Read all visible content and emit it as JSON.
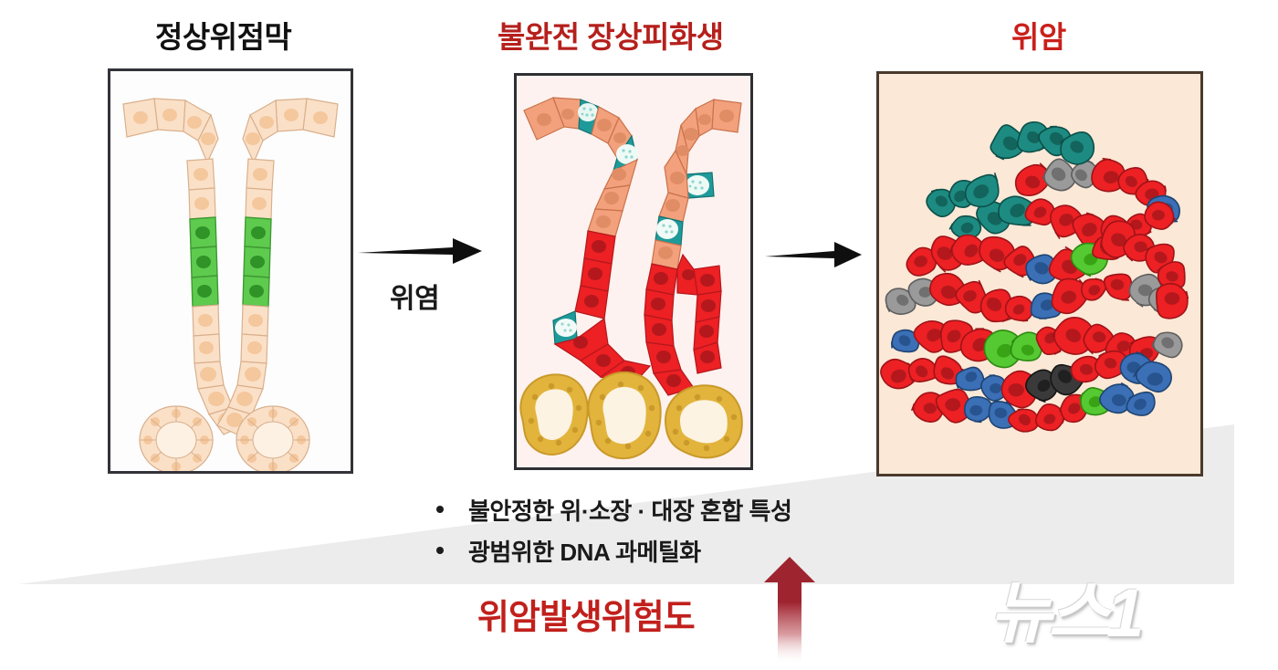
{
  "figure": {
    "kind": "medical-progression-diagram",
    "background_color": "#ffffff"
  },
  "panels": [
    {
      "title": "정상위점막",
      "title_color": "#111111",
      "background_color": "#fdfdfd",
      "border_color": "#33343a",
      "cell_legend": [
        "foveolar-peach-cell",
        "proliferative-green-cell"
      ]
    },
    {
      "title": "불완전 장상피화생",
      "title_color": "#b5201c",
      "background_color": "#fdf2ef",
      "border_color": "#2e2f33",
      "cell_legend": [
        "salmon-gastric-cell",
        "teal-goblet-cell",
        "red-metaplastic-cell",
        "gold-colonic-cell"
      ]
    },
    {
      "title": "위암",
      "title_color": "#c9201b",
      "background_color": "#fbe8d6",
      "border_color": "#4a3a2c",
      "cell_legend": [
        "red-tumor-cell",
        "blue-cell",
        "green-cell",
        "gray-cell",
        "teal-cell",
        "dark-gray-cell"
      ]
    }
  ],
  "arrows": [
    {
      "name": "gastritis-arrow",
      "label": "위염",
      "color": "#1a1a1a"
    },
    {
      "name": "progression-arrow",
      "label": "",
      "color": "#1a1a1a"
    }
  ],
  "bullets": [
    "불안정한 위·소장 · 대장 혼합 특성",
    "광범위한 DNA 과메틸화"
  ],
  "risk": {
    "label": "위암발생위험도",
    "label_color": "#c1201c",
    "arrow_color": "#9e2430",
    "wedge_color": "#ececec"
  },
  "watermark": {
    "text": "뉴스1",
    "color": "#ffffff"
  },
  "colors": {
    "peach_cell": "#fbe0c8",
    "peach_nucleus": "#f4c79c",
    "green_cell": "#5ecb4f",
    "green_nucleus": "#3aa32c",
    "salmon_cell": "#f2a17c",
    "salmon_nucleus": "#e08d66",
    "teal_goblet": "#1f9a9a",
    "red_cell": "#ed2024",
    "red_nucleus": "#b4181c",
    "gold_cell": "#e2b43c",
    "gold_nucleus": "#c9992a",
    "blue_cell": "#3b6fb6",
    "gray_cell": "#9a9a9a",
    "darkgray_cell": "#3a3a3a",
    "tumor_green": "#55c931",
    "tumor_teal": "#1d8b82"
  }
}
